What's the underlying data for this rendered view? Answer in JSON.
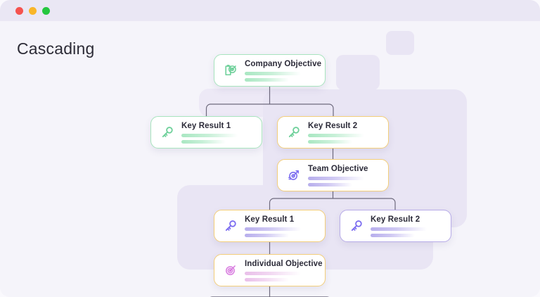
{
  "window": {
    "traffic_lights": [
      {
        "name": "close",
        "color": "#f5534f"
      },
      {
        "name": "minimize",
        "color": "#f9b629"
      },
      {
        "name": "maximize",
        "color": "#25c73f"
      }
    ]
  },
  "page": {
    "title": "Cascading"
  },
  "theme": {
    "background": "#f5f4fa",
    "titlebar": "#eae7f4",
    "decor_block": "#e9e5f4",
    "border_green": "#a8e4be",
    "border_amber": "#f3ce7a",
    "border_violet": "#b7abe8",
    "icon_green": "#6ed09a",
    "icon_violet": "#7c6df0",
    "icon_pink": "#d97fe0",
    "connector": "#6e6a7d"
  },
  "diagram": {
    "type": "org-cascade-tree",
    "nodes": [
      {
        "id": "company-objective",
        "title": "Company Objective",
        "icon": "clipboard-target-icon",
        "accent": "green",
        "border": "#a8e4be",
        "level": 0,
        "bars": 2
      },
      {
        "id": "key-result-1-top",
        "title": "Key Result 1",
        "icon": "key-icon",
        "accent": "green",
        "border": "#a8e4be",
        "level": 1,
        "bars": 2
      },
      {
        "id": "key-result-2-top",
        "title": "Key Result 2",
        "icon": "key-icon",
        "accent": "green",
        "border": "#f3ce7a",
        "level": 1,
        "bars": 2
      },
      {
        "id": "team-objective",
        "title": "Team Objective",
        "icon": "dart-target-icon",
        "accent": "violet",
        "border": "#f3ce7a",
        "level": 2,
        "bars": 2
      },
      {
        "id": "key-result-1-mid",
        "title": "Key Result 1",
        "icon": "key-icon",
        "accent": "violet",
        "border": "#f3ce7a",
        "level": 3,
        "bars": 2
      },
      {
        "id": "key-result-2-mid",
        "title": "Key Result 2",
        "icon": "key-icon",
        "accent": "violet",
        "border": "#b7abe8",
        "level": 3,
        "bars": 2
      },
      {
        "id": "individual-objective",
        "title": "Individual Objective",
        "icon": "bullseye-target-icon",
        "accent": "pink",
        "border": "#f3ce7a",
        "level": 4,
        "bars": 2
      }
    ],
    "edges": [
      {
        "from": "company-objective",
        "to": "key-result-1-top"
      },
      {
        "from": "company-objective",
        "to": "key-result-2-top"
      },
      {
        "from": "key-result-2-top",
        "to": "team-objective"
      },
      {
        "from": "team-objective",
        "to": "key-result-1-mid"
      },
      {
        "from": "team-objective",
        "to": "key-result-2-mid"
      },
      {
        "from": "key-result-1-mid",
        "to": "individual-objective"
      },
      {
        "from": "individual-objective",
        "to": "next-level-cutoff"
      }
    ]
  }
}
